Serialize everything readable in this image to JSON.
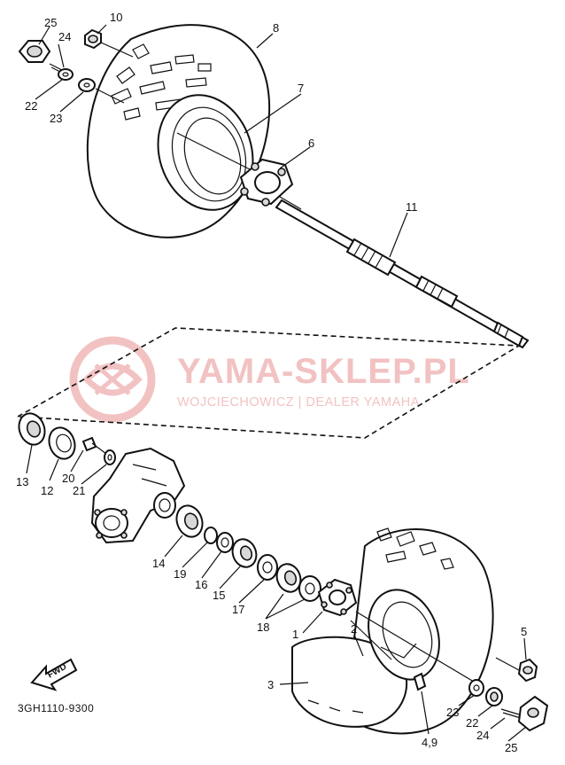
{
  "diagram_code": "3GH1110-9300",
  "fwd_label": "FWD",
  "watermark": {
    "main": "YAMA-SKLEP.PL",
    "sub": "WOJCIECHOWICZ | DEALER YAMAHA"
  },
  "callouts": [
    {
      "id": "c25a",
      "text": "25"
    },
    {
      "id": "c10",
      "text": "10"
    },
    {
      "id": "c24a",
      "text": "24"
    },
    {
      "id": "c22a",
      "text": "22"
    },
    {
      "id": "c23a",
      "text": "23"
    },
    {
      "id": "c8",
      "text": "8"
    },
    {
      "id": "c7",
      "text": "7"
    },
    {
      "id": "c6",
      "text": "6"
    },
    {
      "id": "c11",
      "text": "11"
    },
    {
      "id": "c13",
      "text": "13"
    },
    {
      "id": "c12",
      "text": "12"
    },
    {
      "id": "c20",
      "text": "20"
    },
    {
      "id": "c21",
      "text": "21"
    },
    {
      "id": "c14",
      "text": "14"
    },
    {
      "id": "c19",
      "text": "19"
    },
    {
      "id": "c16",
      "text": "16"
    },
    {
      "id": "c15",
      "text": "15"
    },
    {
      "id": "c17",
      "text": "17"
    },
    {
      "id": "c18",
      "text": "18"
    },
    {
      "id": "c1",
      "text": "1"
    },
    {
      "id": "c2",
      "text": "2"
    },
    {
      "id": "c3",
      "text": "3"
    },
    {
      "id": "c5",
      "text": "5"
    },
    {
      "id": "c23b",
      "text": "23"
    },
    {
      "id": "c22b",
      "text": "22"
    },
    {
      "id": "c24b",
      "text": "24"
    },
    {
      "id": "c25b",
      "text": "25"
    },
    {
      "id": "c49",
      "text": "4,9"
    }
  ]
}
